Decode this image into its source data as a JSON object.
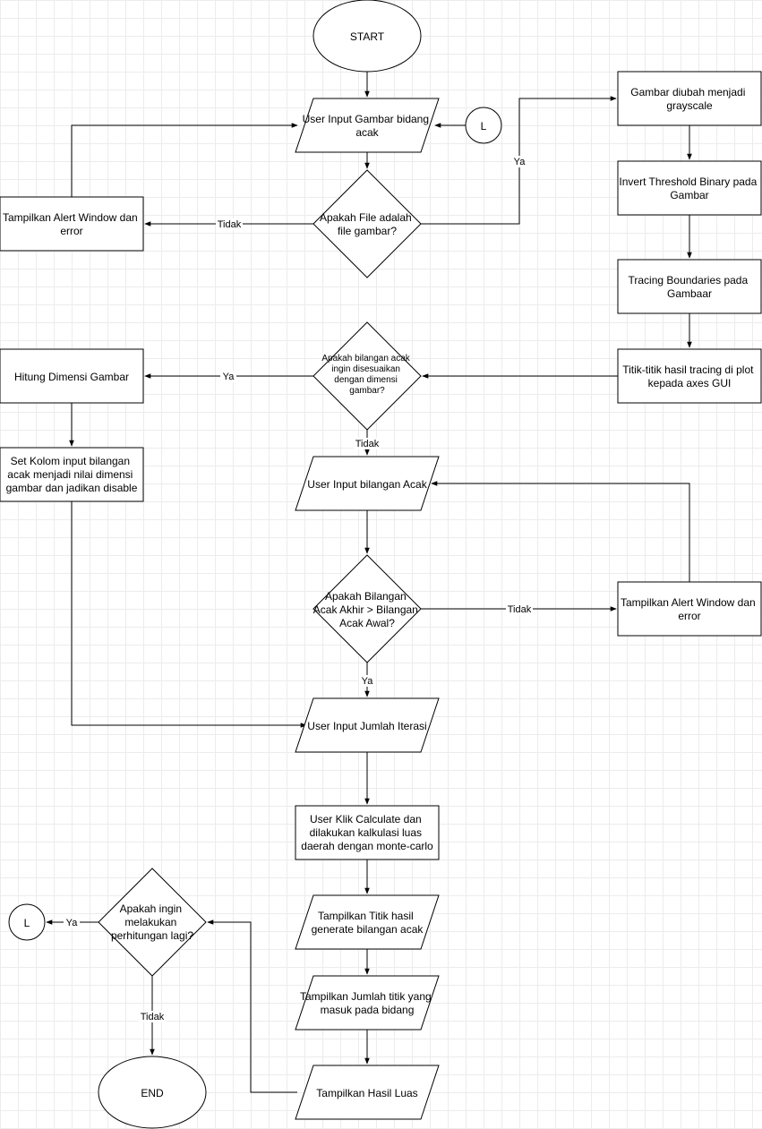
{
  "nodes": {
    "start": "START",
    "input_image": [
      "User Input Gambar bidang",
      "acak"
    ],
    "connector_top": "L",
    "is_image_file": [
      "Apakah File adalah",
      "file gambar?"
    ],
    "alert_file": [
      "Tampilkan Alert Window dan",
      "error"
    ],
    "grayscale": [
      "Gambar diubah menjadi",
      "grayscale"
    ],
    "threshold": [
      "Invert Threshold Binary pada",
      "Gambar"
    ],
    "tracing": [
      "Tracing Boundaries pada",
      "Gambaar"
    ],
    "plot_points": [
      "Titik-titik hasil tracing di plot",
      "kepada axes GUI"
    ],
    "adjust_question": [
      "Apakah bilangan acak",
      "ingin disesuaikan",
      "dengan dimensi",
      "gambar?"
    ],
    "compute_dims": "Hitung Dimensi Gambar",
    "set_column": [
      "Set Kolom input bilangan",
      "acak menjadi nilai dimensi",
      "gambar dan jadikan disable"
    ],
    "input_random": "User Input bilangan Acak",
    "compare_question": [
      "Apakah Bilangan",
      "Acak Akhir > Bilangan",
      "Acak Awal?"
    ],
    "alert_random": [
      "Tampilkan Alert Window dan",
      "error"
    ],
    "input_iterations": "User Input Jumlah Iterasi",
    "calculate": [
      "User Klik Calculate dan",
      "dilakukan kalkulasi luas",
      "daerah dengan monte-carlo"
    ],
    "show_points": [
      "Tampilkan Titik hasil",
      "generate bilangan acak"
    ],
    "show_count": [
      "Tampilkan Jumlah titik yang",
      "masuk pada bidang"
    ],
    "show_area": "Tampilkan Hasil Luas",
    "repeat_question": [
      "Apakah ingin",
      "melakukan",
      "perhitungan lagi?"
    ],
    "connector_bottom": "L",
    "end": "END"
  },
  "edge_labels": {
    "file_no": "Tidak",
    "file_yes": "Ya",
    "adjust_yes": "Ya",
    "adjust_no": "Tidak",
    "compare_no": "Tidak",
    "compare_yes": "Ya",
    "repeat_yes": "Ya",
    "repeat_no": "Tidak"
  }
}
